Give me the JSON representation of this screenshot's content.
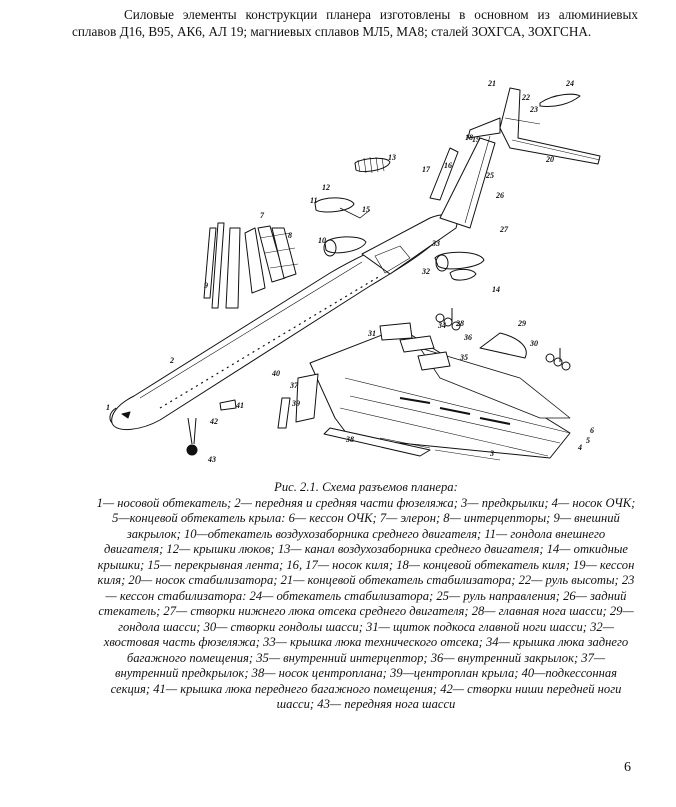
{
  "intro": {
    "text": "Силовые элементы конструкции планера изготовлены в основном из алюминиевых сплавов Д16, В95, АК6, АЛ 19; магниевых сплавов МЛ5, МА8; сталей ЗОХГСА, ЗОХГСНА."
  },
  "figure": {
    "part_labels": [
      "1",
      "2",
      "3",
      "4",
      "5",
      "6",
      "7",
      "8",
      "9",
      "10",
      "11",
      "12",
      "13",
      "14",
      "15",
      "16",
      "17",
      "18",
      "19",
      "20",
      "21",
      "22",
      "23",
      "24",
      "25",
      "26",
      "27",
      "28",
      "29",
      "30",
      "31",
      "32",
      "33",
      "34",
      "35",
      "36",
      "37",
      "38",
      "39",
      "40",
      "41",
      "42",
      "43"
    ],
    "label_l1": "1",
    "label_l2": "2",
    "label_l3": "3",
    "label_l4": "4",
    "label_l5": "5",
    "label_l6": "6",
    "label_l7": "7",
    "label_l8": "8",
    "label_l9": "9",
    "label_l10": "10",
    "label_l11": "11",
    "label_l12": "12",
    "label_l13": "13",
    "label_l14": "14",
    "label_l15": "15",
    "label_l16": "16",
    "label_l17": "17",
    "label_l18": "18",
    "label_l19": "19",
    "label_l20": "20",
    "label_l21": "21",
    "label_l22": "22",
    "label_l23": "23",
    "label_l24": "24",
    "label_l25": "25",
    "label_l26": "26",
    "label_l27": "27",
    "label_l28": "28",
    "label_l29": "29",
    "label_l30": "30",
    "label_l31": "31",
    "label_l32": "32",
    "label_l33": "33",
    "label_l34": "34",
    "label_l35": "35",
    "label_l36": "36",
    "label_l37": "37",
    "label_l38": "38",
    "label_l39": "39",
    "label_l40": "40",
    "label_l41": "41",
    "label_l42": "42",
    "label_l43": "43"
  },
  "caption": {
    "title": "Рис. 2.1. Схема разъемов планера:",
    "text": "1— носовой обтекатель; 2— передняя и средняя части фюзеляжа; 3— предкрылки; 4— носок ОЧК; 5—концевой обтекатель крыла: 6— кессон ОЧК; 7— элерон; 8— интерцепторы; 9— внешний закрылок; 10—обтекатель воздухозаборника среднего двигателя; 11— гондола внешнего двигателя; 12— крышки люков; 13— канал воздухозаборника среднего двигателя; 14— откидные крышки; 15— перекрывная лента; 16, 17— носок киля; 18— концевой обтекатель киля; 19— кессон киля; 20— носок стабилизатора; 21— концевой обтекатель стабилизатора; 22— руль высоты; 23— кессон стабилизатора: 24— обтекатель стабилизатора; 25— руль направления; 26— задний стекатель; 27— створки нижнего люка отсека среднего двигателя; 28— главная нога шасси; 29— гондола шасси; 30— створки гондолы шасси; 31— щиток подкоса главной ноги шасси; 32— хвостовая часть фюзеляжа; 33— крышка люка технического отсека; 34— крышка люка заднего багажного помещения; 35— внутренний интерцептор; 36— внутренний закрылок; 37— внутренний предкрылок; 38— носок центроплана; 39—центроплан крыла; 40—подкессонная секция; 41— крышка люка переднего багажного помещения; 42— створки ниши передней ноги шасси; 43— передняя нога шасси"
  },
  "page_number": "6"
}
